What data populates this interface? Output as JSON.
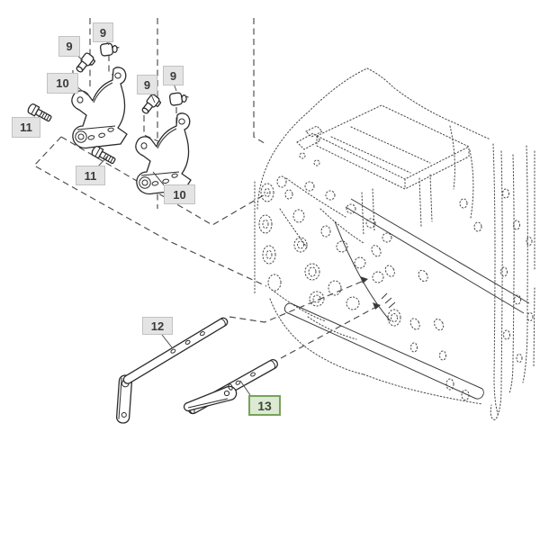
{
  "diagram": {
    "type": "exploded-parts-diagram",
    "callouts": {
      "c9a": {
        "label": "9"
      },
      "c9b": {
        "label": "9"
      },
      "c10a": {
        "label": "10"
      },
      "c11a": {
        "label": "11"
      },
      "c9c": {
        "label": "9"
      },
      "c9d": {
        "label": "9"
      },
      "c11b": {
        "label": "11"
      },
      "c10b": {
        "label": "10"
      },
      "c12": {
        "label": "12"
      },
      "c13": {
        "label": "13",
        "highlighted": true
      }
    },
    "colors": {
      "background": "#ffffff",
      "line": "#2b2b2b",
      "sketch": "#4d4d4d",
      "callout_bg": "#e4e4e4",
      "callout_border": "#c2c2c2",
      "callout_text": "#3a3a3a",
      "highlight_bg": "#dde9d2",
      "highlight_border": "#76a35a",
      "highlight_text": "#3c4a36"
    }
  }
}
